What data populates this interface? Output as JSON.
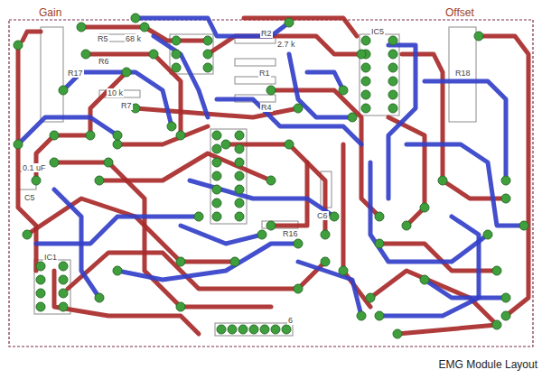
{
  "diagram": {
    "caption": "EMG Module Layout",
    "labels": [
      "Gain",
      "Offset",
      "R5",
      "68 k",
      "R6",
      "R7",
      "10 k",
      "R17",
      "R2",
      "2.7 k",
      "R1",
      "R4",
      "R16",
      "IC5",
      "R18",
      "C5",
      "0.1 uF",
      "IC1",
      "C6",
      "6"
    ]
  }
}
